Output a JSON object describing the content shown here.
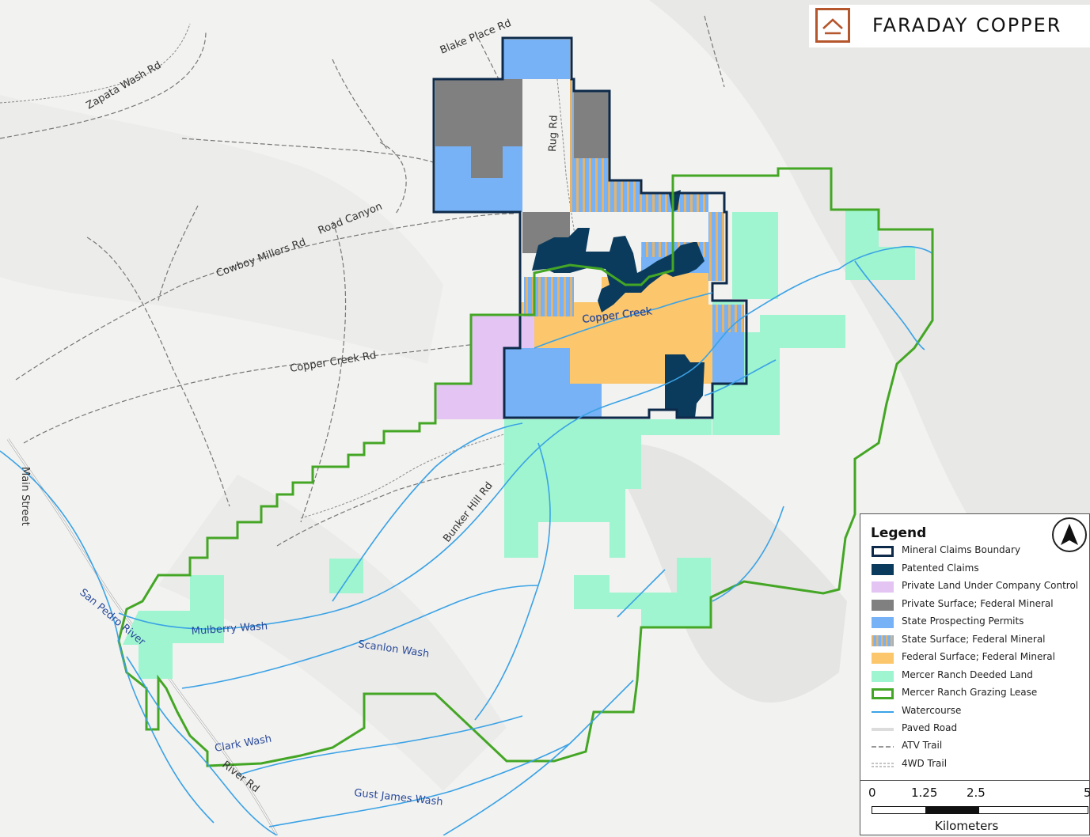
{
  "logo": {
    "text": "FARADAY COPPER",
    "color": "#b5562c"
  },
  "roads": [
    {
      "id": "zapata",
      "label": "Zapata Wash Rd"
    },
    {
      "id": "blake",
      "label": "Blake Place Rd"
    },
    {
      "id": "rug",
      "label": "Rug Rd"
    },
    {
      "id": "cowboy",
      "label": "Cowboy Millers Rd"
    },
    {
      "id": "roadcanyon",
      "label": "Road Canyon"
    },
    {
      "id": "coppercreek",
      "label": "Copper Creek Rd"
    },
    {
      "id": "bunker",
      "label": "Bunker Hill Rd"
    },
    {
      "id": "main",
      "label": "Main Street"
    },
    {
      "id": "river",
      "label": "River Rd"
    }
  ],
  "water_labels": [
    {
      "id": "copper-creek",
      "label": "Copper Creek"
    },
    {
      "id": "san-pedro",
      "label": "San Pedro River"
    },
    {
      "id": "mulberry",
      "label": "Mulberry Wash"
    },
    {
      "id": "scanlon",
      "label": "Scanlon Wash"
    },
    {
      "id": "clark",
      "label": "Clark Wash"
    },
    {
      "id": "gust",
      "label": "Gust James Wash"
    }
  ],
  "colors": {
    "claims_boundary": "#0d2a4a",
    "patented": "#0b3b5c",
    "private_company": "#e3c4f2",
    "private_surface": "#808080",
    "state_permits": "#76b2f5",
    "state_surface_stripe": "#e6b36a",
    "federal": "#fbc66c",
    "mercer_deeded": "#9ef5cf",
    "grazing_lease": "#44a625",
    "watercourse": "#3aa2e6"
  },
  "legend": {
    "title": "Legend",
    "items": [
      {
        "label": "Mineral Claims Boundary",
        "kind": "outline-navy"
      },
      {
        "label": "Patented Claims",
        "kind": "fill-patented"
      },
      {
        "label": "Private Land Under Company Control",
        "kind": "fill-private-company"
      },
      {
        "label": "Private Surface; Federal Mineral",
        "kind": "fill-private-surface"
      },
      {
        "label": "State Prospecting Permits",
        "kind": "fill-state"
      },
      {
        "label": "State Surface; Federal Mineral",
        "kind": "fill-state-stripe"
      },
      {
        "label": "Federal Surface; Federal Mineral",
        "kind": "fill-federal"
      },
      {
        "label": "Mercer Ranch Deeded Land",
        "kind": "fill-mercer"
      },
      {
        "label": "Mercer Ranch Grazing Lease",
        "kind": "outline-green"
      },
      {
        "label": "Watercourse",
        "kind": "line-water"
      },
      {
        "label": "Paved Road",
        "kind": "line-paved"
      },
      {
        "label": "ATV Trail",
        "kind": "line-atv"
      },
      {
        "label": "4WD Trail",
        "kind": "line-4wd"
      }
    ],
    "north_icon": "north-arrow-icon"
  },
  "scale": {
    "ticks": [
      "0",
      "1.25",
      "2.5",
      "5"
    ],
    "unit": "Kilometers"
  }
}
